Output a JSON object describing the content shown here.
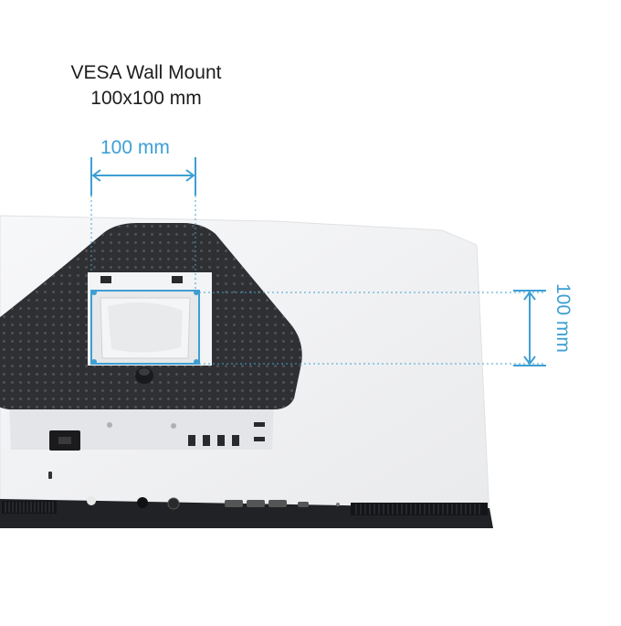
{
  "header": {
    "title_line1": "VESA Wall Mount",
    "title_line2": "100x100 mm"
  },
  "dimensions": {
    "horizontal_label": "100 mm",
    "vertical_label": "100 mm"
  },
  "colors": {
    "accent": "#3d9fd4",
    "monitor_body": "#f2f3f5",
    "stand_plate": "#2f3033",
    "bezel": "#202226"
  }
}
